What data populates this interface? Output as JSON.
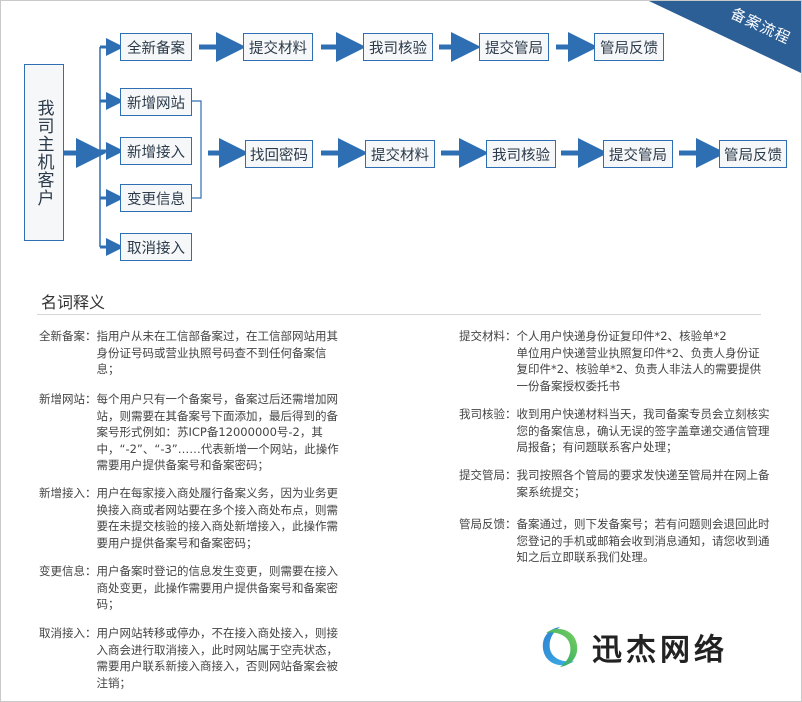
{
  "banner": {
    "label": "备案流程"
  },
  "flow": {
    "client_label": "我司主机客户",
    "branches": {
      "new_record": "全新备案",
      "add_site": "新增网站",
      "add_access": "新增接入",
      "change_info": "变更信息",
      "cancel_access": "取消接入"
    },
    "row1_steps": [
      "提交材料",
      "我司核验",
      "提交管局",
      "管局反馈"
    ],
    "row2_steps": [
      "找回密码",
      "提交材料",
      "我司核验",
      "提交管局",
      "管局反馈"
    ]
  },
  "glossary": {
    "title": "名词释义",
    "left": [
      {
        "term": "全新备案：",
        "desc": "指用户从未在工信部备案过，在工信部网站用其身份证号码或营业执照号码查不到任何备案信息；"
      },
      {
        "term": "新增网站：",
        "desc": "每个用户只有一个备案号，备案过后还需增加网站，则需要在其备案号下面添加，最后得到的备案号形式例如：苏ICP备12000000号-2，其中，“-2”、“-3”……代表新增一个网站，此操作需要用户提供备案号和备案密码；"
      },
      {
        "term": "新增接入：",
        "desc": "用户在每家接入商处履行备案义务，因为业务更换接入商或者网站要在多个接入商处布点，则需要在未提交核验的接入商处新增接入，此操作需要用户提供备案号和备案密码；"
      },
      {
        "term": "变更信息：",
        "desc": "用户备案时登记的信息发生变更，则需要在接入商处变更，此操作需要用户提供备案号和备案密码；"
      },
      {
        "term": "取消接入：",
        "desc": "用户网站转移或停办，不在接入商处接入，则接入商会进行取消接入，此时网站属于空壳状态，需要用户联系新接入商接入，否则网站备案会被注销；"
      }
    ],
    "right": [
      {
        "term": "提交材料：",
        "desc": "个人用户快递身份证复印件*2、核验单*2\n单位用户快递营业执照复印件*2、负责人身份证复印件*2、核验单*2、负责人非法人的需要提供一份备案授权委托书"
      },
      {
        "term": "我司核验：",
        "desc": "收到用户快递材料当天，我司备案专员会立刻核实您的备案信息，确认无误的签字盖章递交通信管理局报备；有问题联系客户处理；"
      },
      {
        "term": "提交管局：",
        "desc": "我司按照各个管局的要求发快递至管局并在网上备案系统提交；"
      },
      {
        "term": "管局反馈：",
        "desc": "备案通过，则下发备案号；若有问题则会退回此时您登记的手机或邮箱会收到消息通知，请您收到通知之后立即联系我们处理。"
      }
    ]
  },
  "brand": {
    "name": "迅杰网络"
  },
  "colors": {
    "accent": "#2e6fb3",
    "ribbon": "#2c5f96",
    "arrow": "#2e6fb3"
  }
}
